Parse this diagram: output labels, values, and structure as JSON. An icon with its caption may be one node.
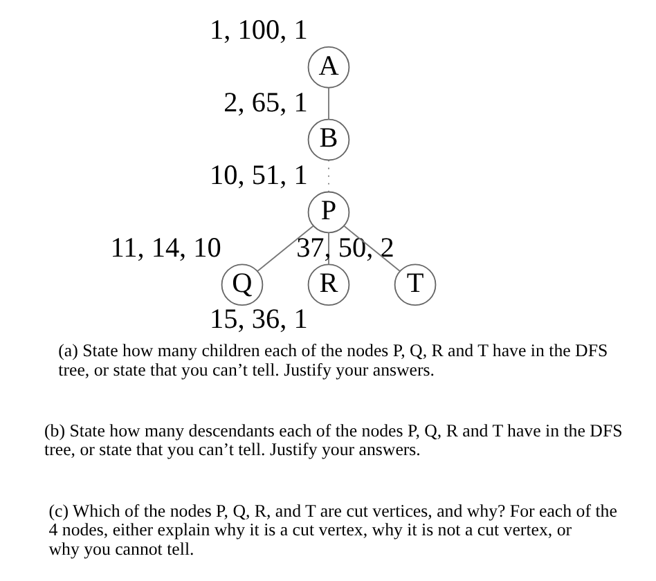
{
  "diagram": {
    "nodes": [
      {
        "text": [
          "A"
        ],
        "beside": [
          "1, 100, 1"
        ]
      },
      {
        "text": [
          "B"
        ],
        "beside": [
          "2, 65, 1"
        ]
      },
      {
        "text": [
          "P"
        ],
        "beside": [
          "10, 51, 1"
        ]
      },
      {
        "text": [
          "Q"
        ],
        "beside": [
          "11, 14, 10"
        ]
      },
      {
        "text": [
          "R"
        ],
        "beside": [
          "15, 36, 1"
        ]
      },
      {
        "text": [
          "T"
        ],
        "beside": [
          "37, 50, 2"
        ]
      }
    ],
    "edges": [
      {
        "from": 0,
        "to": 1,
        "arrow": "none"
      },
      {
        "from": 1,
        "to": 2,
        "arrow": "none",
        "style": "dashed"
      },
      {
        "from": 2,
        "to": 3,
        "arrow": "none"
      },
      {
        "from": 2,
        "to": 4,
        "arrow": "none"
      },
      {
        "from": 2,
        "to": 5,
        "arrow": "none"
      }
    ],
    "labels": [
      "(a) State how many children each of the nodes P, Q, R and T have in the DFS tree, or state that you can’t tell. Justify your answers.",
      "(b) State how many descendants each of the nodes P, Q, R and T have in the DFS tree, or state that you can’t tell. Justify your answers.",
      "(c) Which of the nodes P, Q, R, and T are cut vertices, and why? For each of the 4 nodes, either explain why it is a cut vertex, why it is not a cut vertex, or why you cannot tell."
    ]
  }
}
